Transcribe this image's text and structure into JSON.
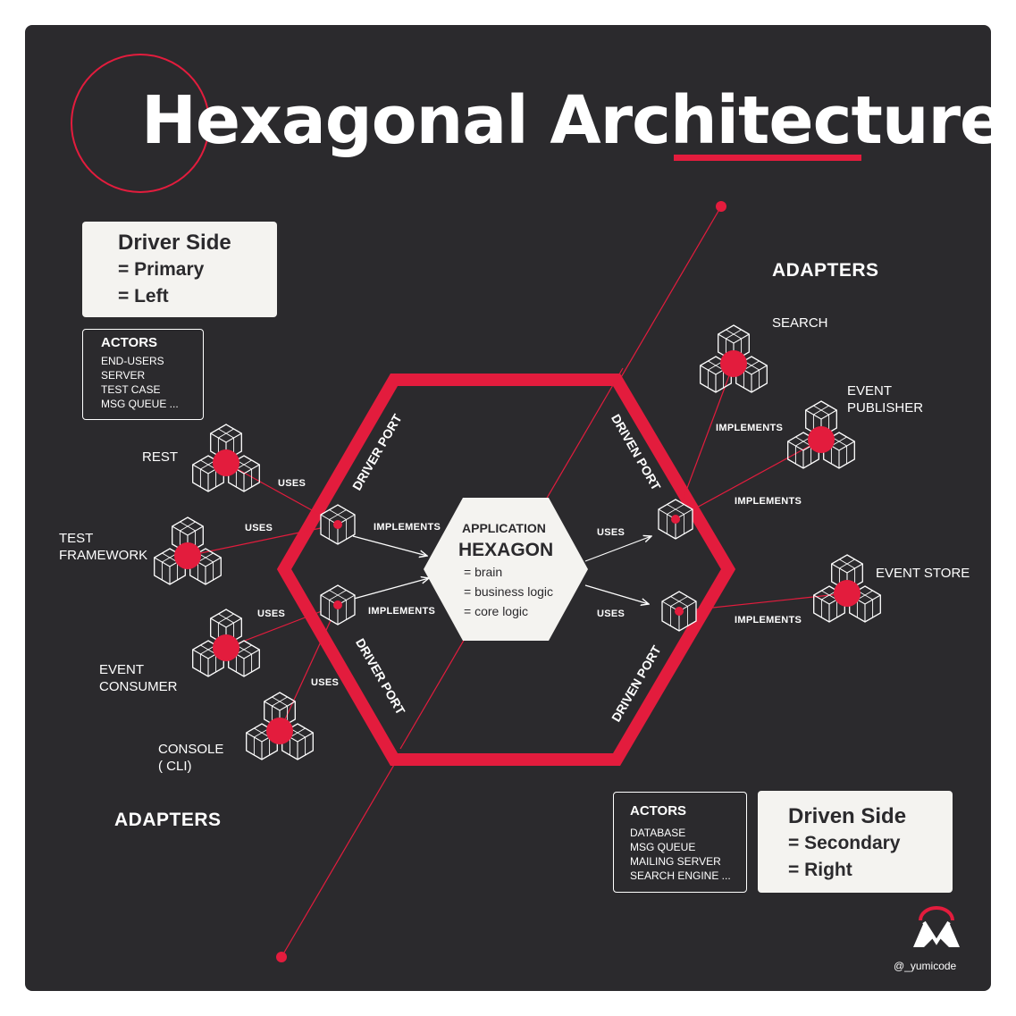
{
  "title": "Hexagonal Architecture",
  "colors": {
    "background": "#2b2a2d",
    "accent": "#e31c3d",
    "box": "#f4f3f0",
    "text": "#ffffff"
  },
  "driver_side": {
    "heading": "Driver Side",
    "line1": "= Primary",
    "line2": "= Left"
  },
  "driven_side": {
    "heading": "Driven Side",
    "line1": "= Secondary",
    "line2": "= Right"
  },
  "driver_actors": {
    "heading": "ACTORS",
    "items": [
      "END-USERS",
      "SERVER",
      "TEST CASE",
      "MSG QUEUE ..."
    ]
  },
  "driven_actors": {
    "heading": "ACTORS",
    "items": [
      "DATABASE",
      "MSG QUEUE",
      "MAILING SERVER",
      "SEARCH ENGINE ..."
    ]
  },
  "adapters_label_left": "ADAPTERS",
  "adapters_label_right": "ADAPTERS",
  "driver_adapters": [
    {
      "label": "REST"
    },
    {
      "label": "TEST\nFRAMEWORK"
    },
    {
      "label": "EVENT\nCONSUMER"
    },
    {
      "label": "CONSOLE\n( CLI)"
    }
  ],
  "driven_adapters": [
    {
      "label": "SEARCH"
    },
    {
      "label": "EVENT\nPUBLISHER"
    },
    {
      "label": "EVENT STORE"
    }
  ],
  "ports": {
    "driver_top": "DRIVER PORT",
    "driver_bottom": "DRIVER PORT",
    "driven_top": "DRIVEN PORT",
    "driven_bottom": "DRIVEN PORT"
  },
  "connector_labels": {
    "uses": "USES",
    "implements": "IMPLEMENTS"
  },
  "core": {
    "label": "APPLICATION",
    "name": "HEXAGON",
    "items": [
      "= brain",
      "= business logic",
      "= core logic"
    ]
  },
  "credit": "@_yumicode",
  "icons": [
    "adapter-hexagon-cluster-icon",
    "port-hexagon-icon",
    "yumicode-logo-icon"
  ]
}
